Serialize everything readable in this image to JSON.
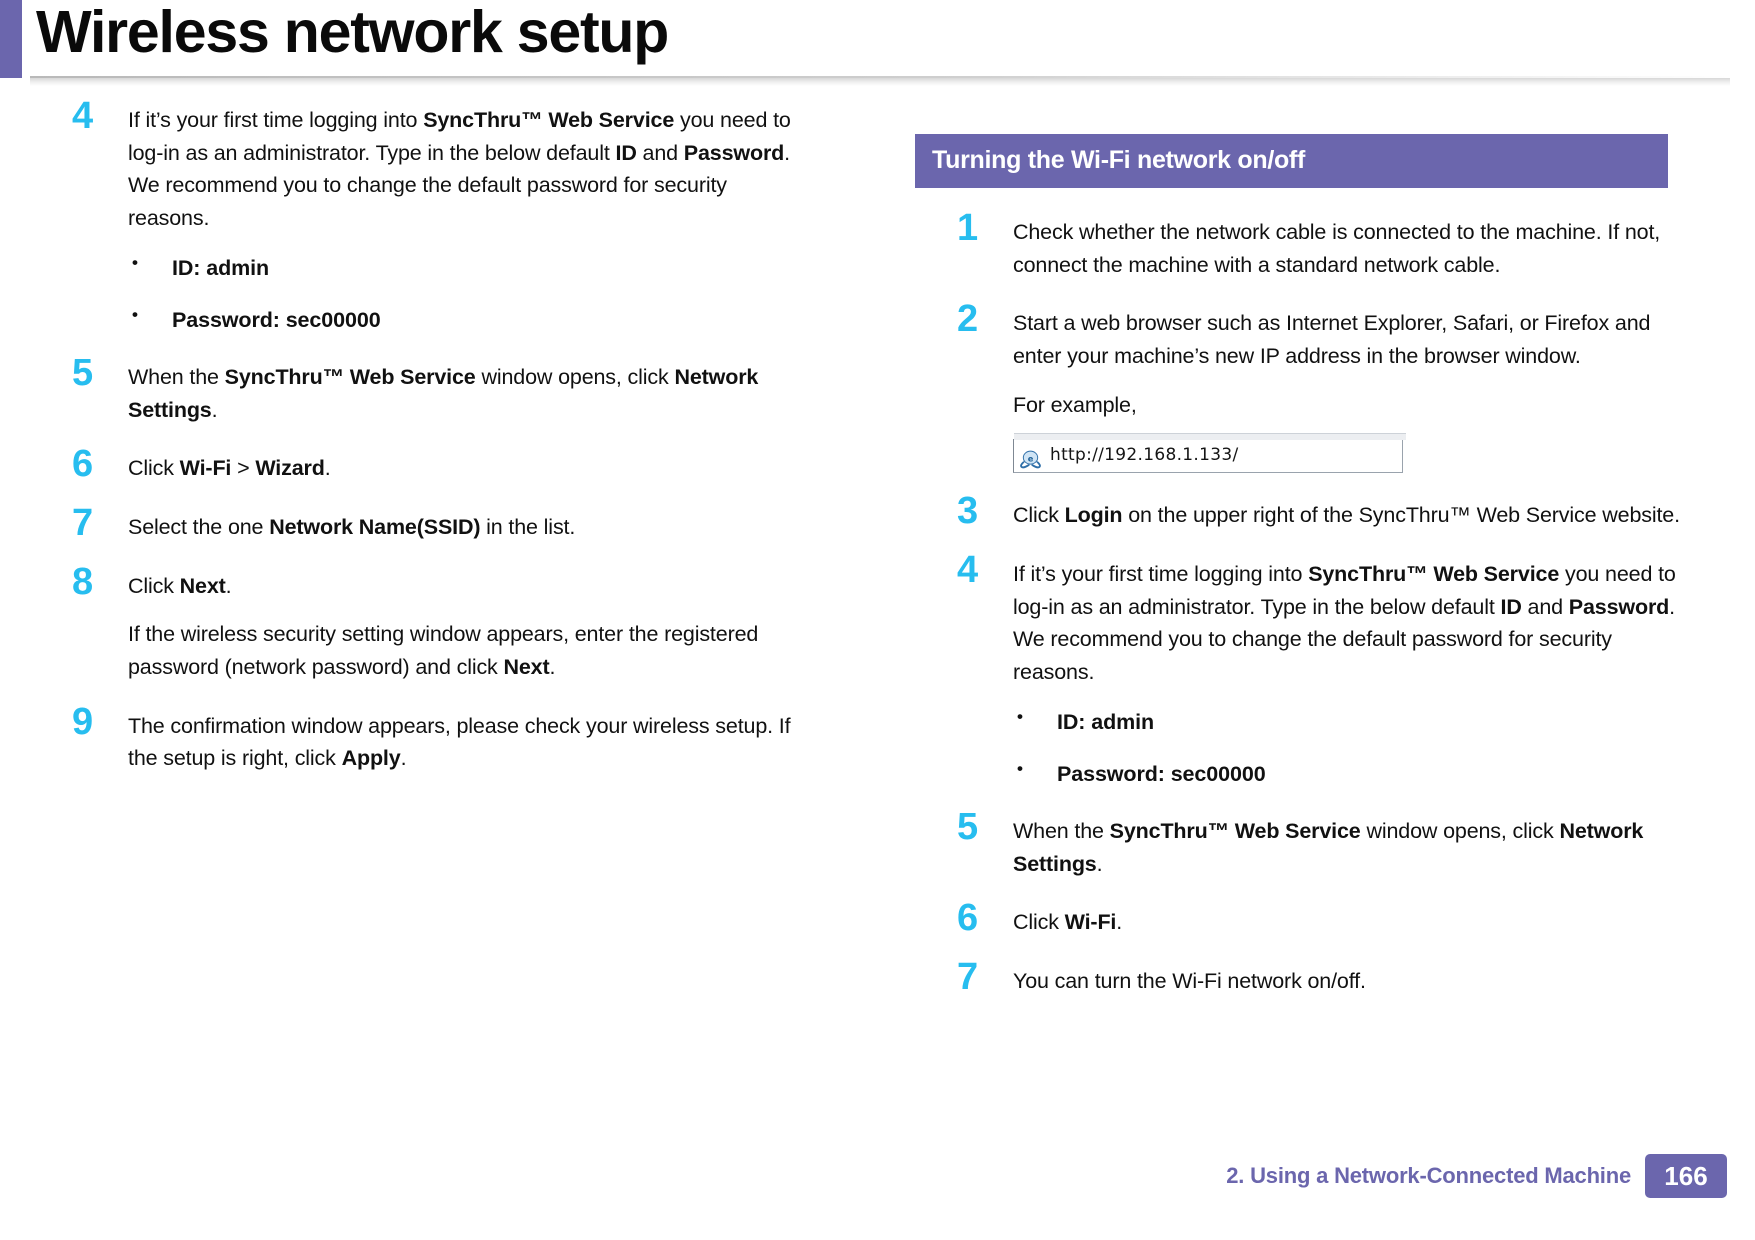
{
  "page_title": "Wireless network setup",
  "left_column": {
    "steps": [
      {
        "num": "4",
        "paras": [
          "If it’s your first time logging into <b>SyncThru™ Web Service</b> you need to log-in as an administrator. Type in the below default <b>ID</b> and <b>Password</b>. We recommend you to change the default password for security reasons."
        ],
        "bullets": [
          "ID: admin",
          "Password: sec00000"
        ]
      },
      {
        "num": "5",
        "paras": [
          "When the <b>SyncThru™ Web Service</b> window opens, click <b>Network Settings</b>."
        ],
        "bullets": []
      },
      {
        "num": "6",
        "paras": [
          "Click <b>Wi-Fi</b> &gt; <b>Wizard</b>."
        ],
        "bullets": []
      },
      {
        "num": "7",
        "paras": [
          "Select the one <b>Network Name(SSID)</b> in the list."
        ],
        "bullets": []
      },
      {
        "num": "8",
        "paras": [
          "Click <b>Next</b>.",
          "If the wireless security setting window appears, enter the registered password (network password) and click <b>Next</b>."
        ],
        "bullets": []
      },
      {
        "num": "9",
        "paras": [
          "The confirmation window appears, please check your wireless setup. If the setup is right, click <b>Apply</b>."
        ],
        "bullets": []
      }
    ]
  },
  "right_column": {
    "section_heading": "Turning the Wi-Fi network on/off",
    "steps": [
      {
        "num": "1",
        "paras": [
          "Check whether the network cable is connected to the machine. If not, connect the machine with a standard network cable."
        ],
        "bullets": []
      },
      {
        "num": "2",
        "paras": [
          "Start a web browser such as Internet Explorer, Safari, or Firefox and enter your machine’s new IP address in the browser window.",
          "For example,"
        ],
        "bullets": [],
        "figure": {
          "type": "browser-address-bar",
          "icon": "internet-explorer-icon",
          "url": "http://192.168.1.133/"
        }
      },
      {
        "num": "3",
        "paras": [
          "Click <b>Login</b> on the upper right of the SyncThru™ Web Service website."
        ],
        "bullets": []
      },
      {
        "num": "4",
        "paras": [
          "If it’s your first time logging into <b>SyncThru™ Web Service</b> you need to log-in as an administrator. Type in the below default <b>ID</b> and <b>Password</b>. We recommend you to change the default password for security reasons."
        ],
        "bullets": [
          "ID: admin",
          "Password: sec00000"
        ]
      },
      {
        "num": "5",
        "paras": [
          "When the <b>SyncThru™ Web Service</b> window opens, click <b>Network Settings</b>."
        ],
        "bullets": []
      },
      {
        "num": "6",
        "paras": [
          "Click <b>Wi-Fi</b>."
        ],
        "bullets": []
      },
      {
        "num": "7",
        "paras": [
          "You can turn the Wi-Fi network on/off."
        ],
        "bullets": []
      }
    ]
  },
  "footer": {
    "chapter": "2.  Using a Network-Connected Machine",
    "page_number": "166"
  },
  "colors": {
    "accent_purple": "#6b66ad",
    "step_number_cyan": "#27bdef",
    "text": "#111111"
  }
}
